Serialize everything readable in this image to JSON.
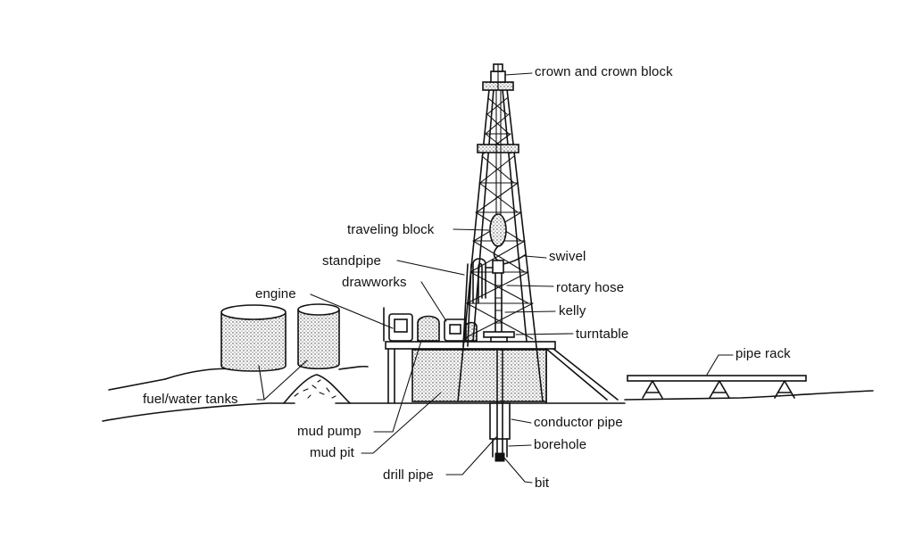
{
  "labels": {
    "crown": "crown and crown block",
    "traveling_block": "traveling block",
    "standpipe": "standpipe",
    "swivel": "swivel",
    "drawworks": "drawworks",
    "engine": "engine",
    "rotary_hose": "rotary hose",
    "kelly": "kelly",
    "turntable": "turntable",
    "pipe_rack": "pipe rack",
    "fuel_water_tanks": "fuel/water tanks",
    "conductor_pipe": "conductor pipe",
    "mud_pump": "mud pump",
    "borehole": "borehole",
    "mud_pit": "mud pit",
    "drill_pipe": "drill pipe",
    "bit": "bit"
  }
}
